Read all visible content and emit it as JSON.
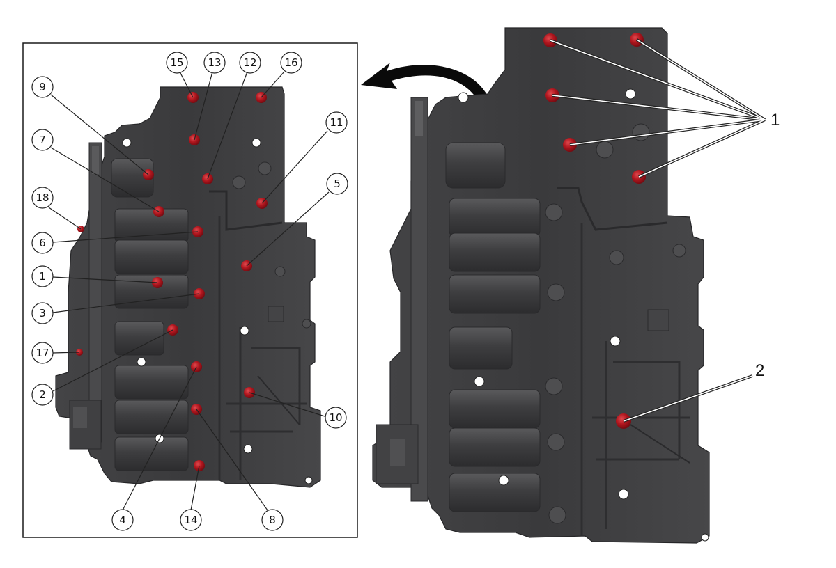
{
  "colors": {
    "body_dark": "#3b3b3d",
    "body_mid": "#4a4a4c",
    "body_light": "#5c5c5e",
    "bolt_red": "#a8141c",
    "bolt_red_hi": "#d2343a",
    "frame": "#1a1a1a",
    "leader": "#222222"
  },
  "left_panel": {
    "callouts": [
      "15",
      "13",
      "12",
      "16",
      "9",
      "11",
      "7",
      "5",
      "18",
      "6",
      "1",
      "3",
      "17",
      "2",
      "10",
      "4",
      "14",
      "8"
    ]
  },
  "right_panel": {
    "callouts": [
      "1",
      "2"
    ]
  }
}
